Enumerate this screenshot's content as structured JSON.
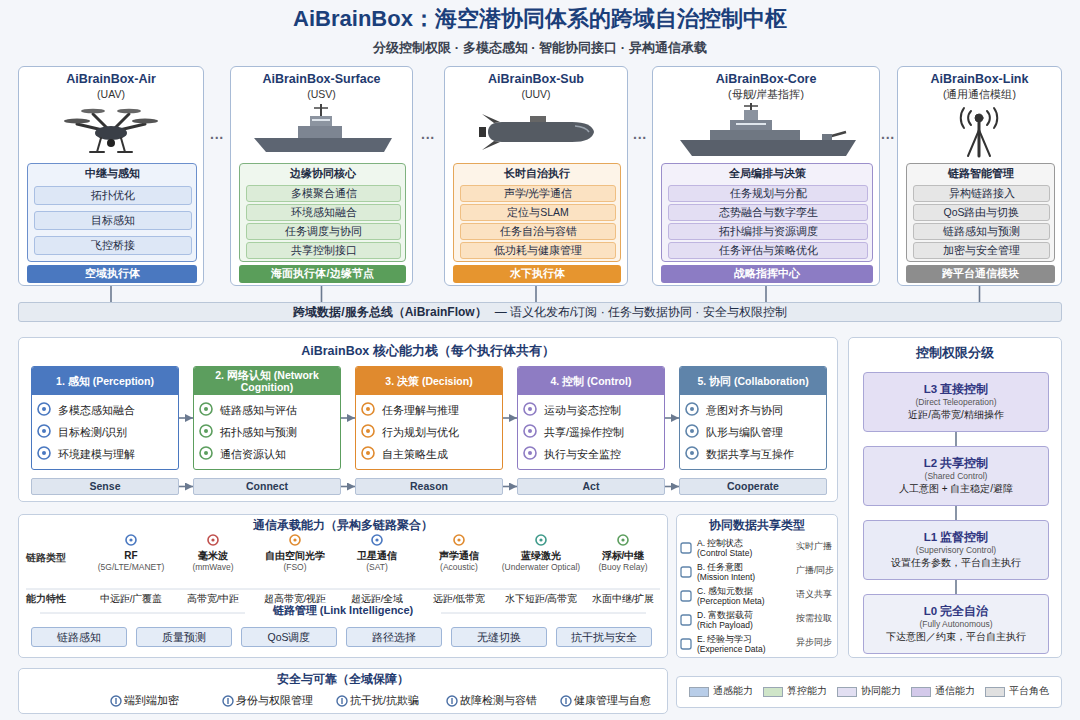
{
  "diagram": {
    "title": "AiBrainBox：海空潜协同体系的跨域自治控制中枢",
    "nodes": [
      {
        "text": [
          "AiBrainBox-Air",
          "(UAV)"
        ]
      },
      {
        "text": [
          "中继与感知"
        ],
        "in": 0
      },
      {
        "text": [
          "拓扑优化"
        ],
        "in": 1
      },
      {
        "text": [
          "目标感知"
        ],
        "in": 1
      },
      {
        "text": [
          "飞控桥接"
        ],
        "in": 1
      },
      {
        "text": [
          "空域执行体"
        ],
        "in": 0
      },
      {
        "text": [
          "AiBrainBox-Surface",
          "(USV)"
        ]
      },
      {
        "text": [
          "边缘协同核心"
        ],
        "in": 6
      },
      {
        "text": [
          "多模聚合通信"
        ],
        "in": 7
      },
      {
        "text": [
          "环境感知融合"
        ],
        "in": 7
      },
      {
        "text": [
          "任务调度与协同"
        ],
        "in": 7
      },
      {
        "text": [
          "共享控制接口"
        ],
        "in": 7
      },
      {
        "text": [
          "海面执行体/边缘节点"
        ],
        "in": 6
      },
      {
        "text": [
          "AiBrainBox-Sub",
          "(UUV)"
        ]
      },
      {
        "text": [
          "长时自治执行"
        ],
        "in": 13
      },
      {
        "text": [
          "声学/光学通信"
        ],
        "in": 14
      },
      {
        "text": [
          "定位与SLAM"
        ],
        "in": 14
      },
      {
        "text": [
          "任务自治与容错"
        ],
        "in": 14
      },
      {
        "text": [
          "低功耗与健康管理"
        ],
        "in": 14
      },
      {
        "text": [
          "水下执行体"
        ],
        "in": 13
      },
      {
        "text": [
          "AiBrainBox-Core",
          "(母舰/岸基指挥)"
        ]
      },
      {
        "text": [
          "全局编排与决策"
        ],
        "in": 20
      },
      {
        "text": [
          "任务规划与分配"
        ],
        "in": 21
      },
      {
        "text": [
          "态势融合与数字孪生"
        ],
        "in": 21
      },
      {
        "text": [
          "拓扑编排与资源调度"
        ],
        "in": 21
      },
      {
        "text": [
          "任务评估与策略优化"
        ],
        "in": 21
      },
      {
        "text": [
          "战略指挥中心"
        ],
        "in": 20
      },
      {
        "text": [
          "AiBrainBox-Link",
          "(通用通信模组)"
        ]
      },
      {
        "text": [
          "链路智能管理"
        ],
        "in": 27
      },
      {
        "text": [
          "异构链路接入"
        ],
        "in": 28
      },
      {
        "text": [
          "QoS路由与切换"
        ],
        "in": 28
      },
      {
        "text": [
          "链路感知与预测"
        ],
        "in": 28
      },
      {
        "text": [
          "加密与安全管理"
        ],
        "in": 28
      },
      {
        "text": [
          "跨平台通信模块"
        ],
        "in": 27
      },
      {
        "text": [
          "跨域数据/服务总线（AiBrainFlow）",
          "— 语义化发布/订阅 · 任务与数据协同 · 安全与权限控制"
        ]
      },
      {
        "text": [
          "AiBrainBox 核心能力栈（每个执行体共有）"
        ]
      },
      {
        "text": [
          "1. 感知 (Perception)",
          "多模态感知融合",
          "目标检测/识别",
          "环境建模与理解"
        ],
        "in": 35
      },
      {
        "text": [
          "2. 网络认知 (Network Cognition)",
          "链路感知与评估",
          "拓扑感知与预测",
          "通信资源认知"
        ],
        "in": 35
      },
      {
        "text": [
          "3. 决策 (Decision)",
          "任务理解与推理",
          "行为规划与优化",
          "自主策略生成"
        ],
        "in": 35
      },
      {
        "text": [
          "4. 控制 (Control)",
          "运动与姿态控制",
          "共享/遥操作控制",
          "执行与安全监控"
        ],
        "in": 35
      },
      {
        "text": [
          "5. 协同 (Collaboration)",
          "意图对齐与协同",
          "队形与编队管理",
          "数据共享与互操作"
        ],
        "in": 35
      },
      {
        "text": [
          "Sense"
        ],
        "in": 35
      },
      {
        "text": [
          "Connect"
        ],
        "in": 35
      },
      {
        "text": [
          "Reason"
        ],
        "in": 35
      },
      {
        "text": [
          "Act"
        ],
        "in": 35
      },
      {
        "text": [
          "Cooperate"
        ],
        "in": 35
      },
      {
        "text": [
          "通信承载能力（异构多链路聚合）",
          "链路管理 (Link Intelligence)"
        ]
      },
      {
        "text": [
          "链路感知"
        ],
        "in": 46
      },
      {
        "text": [
          "质量预测"
        ],
        "in": 46
      },
      {
        "text": [
          "QoS调度"
        ],
        "in": 46
      },
      {
        "text": [
          "路径选择"
        ],
        "in": 46
      },
      {
        "text": [
          "无缝切换"
        ],
        "in": 46
      },
      {
        "text": [
          "抗干扰与安全"
        ],
        "in": 46
      },
      {
        "text": [
          "协同数据共享类型"
        ]
      },
      {
        "text": [
          "控制权限分级"
        ]
      },
      {
        "text": [
          "L3 直接控制",
          "(Direct Teleoperation)",
          "近距/高带宽/精细操作"
        ],
        "in": 54
      },
      {
        "text": [
          "L2 共享控制",
          "(Shared Control)",
          "人工意图 + 自主稳定/避障"
        ],
        "in": 54
      },
      {
        "text": [
          "L1 监督控制",
          "(Supervisory Control)",
          "设置任务参数，平台自主执行"
        ],
        "in": 54
      },
      {
        "text": [
          "L0 完全自治",
          "(Fully Autonomous)",
          "下达意图／约束，平台自主执行"
        ],
        "in": 54
      },
      {
        "text": [
          "安全与可靠（全域保障）"
        ]
      }
    ],
    "edges": [
      {
        "from": 0,
        "to": 34,
        "arrow": "none"
      },
      {
        "from": 6,
        "to": 34,
        "arrow": "none"
      },
      {
        "from": 13,
        "to": 34,
        "arrow": "none"
      },
      {
        "from": 20,
        "to": 34,
        "arrow": "none"
      },
      {
        "from": 27,
        "to": 34,
        "arrow": "none"
      },
      {
        "from": 36,
        "to": 37,
        "arrow": "to"
      },
      {
        "from": 37,
        "to": 38,
        "arrow": "to"
      },
      {
        "from": 38,
        "to": 39,
        "arrow": "to"
      },
      {
        "from": 39,
        "to": 40,
        "arrow": "to"
      },
      {
        "from": 41,
        "to": 42,
        "arrow": "to"
      },
      {
        "from": 42,
        "to": 43,
        "arrow": "to"
      },
      {
        "from": 43,
        "to": 44,
        "arrow": "to"
      },
      {
        "from": 44,
        "to": 45,
        "arrow": "to"
      },
      {
        "from": 55,
        "to": 56,
        "arrow": "none"
      },
      {
        "from": 56,
        "to": 57,
        "arrow": "none"
      },
      {
        "from": 57,
        "to": 58,
        "arrow": "none"
      }
    ],
    "labels": [
      "分级控制权限 · 多模态感知 · 智能协同接口 · 异构通信承载",
      "···",
      "···",
      "···",
      "···",
      "链路类型",
      "能力特性",
      "RF",
      "(5G/LTE/MANET)",
      "中远距/广覆盖",
      "毫米波",
      "(mmWave)",
      "高带宽/中距",
      "自由空间光学",
      "(FSO)",
      "超高带宽/视距",
      "卫星通信",
      "(SAT)",
      "超远距/全域",
      "声学通信",
      "(Acoustic)",
      "远距/低带宽",
      "蓝绿激光",
      "(Underwater Optical)",
      "水下短距/高带宽",
      "浮标/中继",
      "(Buoy Relay)",
      "水面中继/扩展",
      "A. 控制状态 (Control State)",
      "实时广播",
      "B. 任务意图 (Mission Intent)",
      "广播/同步",
      "C. 感知元数据 (Perception Meta)",
      "语义共享",
      "D. 富数据载荷 (Rich Payload)",
      "按需拉取",
      "E. 经验与学习 (Experience Data)",
      "异步同步",
      "端到端加密",
      "身份与权限管理",
      "抗干扰/抗欺骗",
      "故障检测与容错",
      "健康管理与自愈"
    ],
    "legend": [
      {
        "text": "通感能力",
        "color": "#b8cde8"
      },
      {
        "text": "算控能力",
        "color": "#cfe5c8"
      },
      {
        "text": "协同能力",
        "color": "#e2dff2"
      },
      {
        "text": "通信能力",
        "color": "#d3c9ea"
      },
      {
        "text": "平台角色",
        "color": "#e0e0e0"
      }
    ]
  }
}
